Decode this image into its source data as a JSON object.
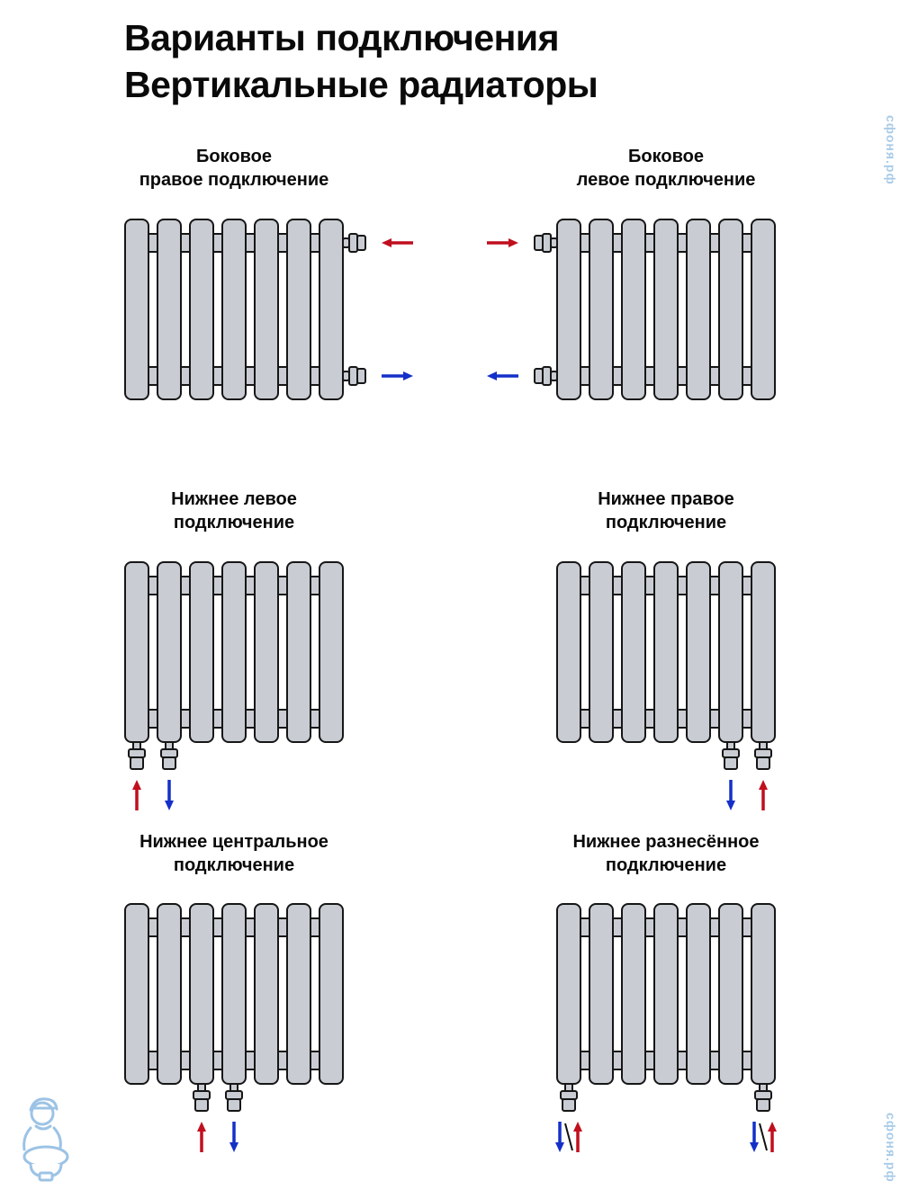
{
  "page": {
    "title_line1": "Варианты подключения",
    "title_line2": "Вертикальные радиаторы"
  },
  "watermark": {
    "vertical_text_top": "сфоня.рф",
    "vertical_text_bottom": "сфоня.рф",
    "logo_name": "plumber-mascot"
  },
  "colors": {
    "radiator_fill": "#c9cdd3",
    "radiator_stroke": "#161616",
    "supply": "#c00f1e",
    "return": "#1430c8",
    "watermark": "#a9cbe8",
    "slash": "#111111"
  },
  "sections_per_radiator": 7,
  "diagrams": [
    {
      "id": "side-right",
      "label_line1": "Боковое",
      "label_line2": "правое подключение",
      "connection": "side-right",
      "arrows": [
        {
          "color": "supply",
          "direction": "left",
          "position": "top-right"
        },
        {
          "color": "return",
          "direction": "right",
          "position": "bottom-right"
        }
      ]
    },
    {
      "id": "side-left",
      "label_line1": "Боковое",
      "label_line2": "левое подключение",
      "connection": "side-left",
      "arrows": [
        {
          "color": "supply",
          "direction": "right",
          "position": "top-left"
        },
        {
          "color": "return",
          "direction": "left",
          "position": "bottom-left"
        }
      ]
    },
    {
      "id": "bottom-left",
      "label_line1": "Нижнее левое",
      "label_line2": "подключение",
      "connection": "bottom-left",
      "arrows": [
        {
          "color": "supply",
          "direction": "up",
          "position": "under-valve-1"
        },
        {
          "color": "return",
          "direction": "down",
          "position": "under-valve-2"
        }
      ]
    },
    {
      "id": "bottom-right",
      "label_line1": "Нижнее правое",
      "label_line2": "подключение",
      "connection": "bottom-right",
      "arrows": [
        {
          "color": "return",
          "direction": "down",
          "position": "under-valve-1"
        },
        {
          "color": "supply",
          "direction": "up",
          "position": "under-valve-2"
        }
      ]
    },
    {
      "id": "bottom-center",
      "label_line1": "Нижнее центральное",
      "label_line2": "подключение",
      "connection": "bottom-center",
      "arrows": [
        {
          "color": "supply",
          "direction": "up",
          "position": "under-valve-1"
        },
        {
          "color": "return",
          "direction": "down",
          "position": "under-valve-2"
        }
      ]
    },
    {
      "id": "bottom-spread",
      "label_line1": "Нижнее разнесённое",
      "label_line2": "подключение",
      "connection": "bottom-spread",
      "arrows": [
        {
          "color": "return",
          "direction": "down",
          "position": "under-valve-1-left"
        },
        {
          "color": "supply",
          "direction": "up",
          "position": "under-valve-1-right"
        },
        {
          "color": "return",
          "direction": "down",
          "position": "under-valve-2-left"
        },
        {
          "color": "supply",
          "direction": "up",
          "position": "under-valve-2-right"
        }
      ]
    }
  ]
}
